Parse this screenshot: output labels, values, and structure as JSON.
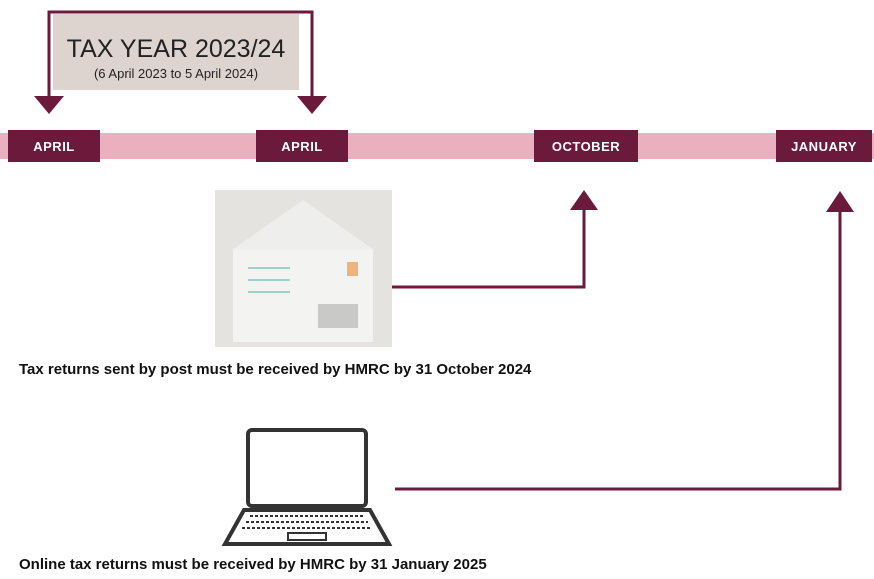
{
  "tax_year": {
    "title": "TAX YEAR 2023/24",
    "subtitle": "(6 April 2023 to 5 April 2024)"
  },
  "timeline": {
    "months": [
      "APRIL",
      "APRIL",
      "OCTOBER",
      "JANUARY"
    ]
  },
  "captions": {
    "post": "Tax returns sent by post must be received by HMRC by 31 October 2024",
    "online": "Online tax returns must be received by HMRC by 31 January 2025"
  },
  "icons": {
    "post": "envelope-icon",
    "online": "laptop-icon"
  },
  "colors": {
    "dark": "#6c1a3c",
    "band": "#eab0bd",
    "box": "#ddd4cf"
  }
}
